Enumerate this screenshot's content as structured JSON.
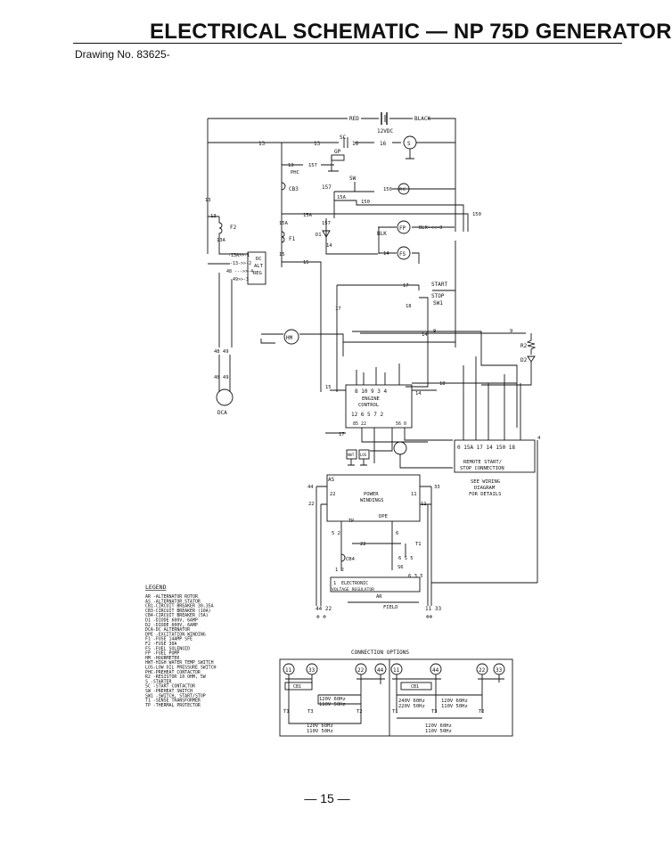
{
  "header": {
    "title": "ELECTRICAL SCHEMATIC — NP 75D GENERATOR",
    "drawing_no": "Drawing No. 83625-"
  },
  "page_number": "— 15 —",
  "top": {
    "red": "RED",
    "black": "BLACK",
    "voltage": "12VDC",
    "sc": "SC"
  },
  "labels": {
    "gp": "GP",
    "phc": "PHC",
    "sw": "SW",
    "cb3": "CB3",
    "f1": "F1",
    "f2": "F2",
    "d1": "D1",
    "fp": "FP",
    "blk": "BLK",
    "fs": "FS",
    "start": "START",
    "stop": "STOP",
    "sw1": "SW1",
    "hm": "HM",
    "r2": "R2",
    "d2": "D2",
    "dca": "DCA",
    "dc": "DC",
    "alt": "ALT",
    "reg": "REG",
    "hwt": "HWT",
    "los": "LOS",
    "as": "AS",
    "power": "POWER",
    "windings": "WINDINGS",
    "dpe": "DPE",
    "tp": "TP",
    "t1": "T1",
    "cb4": "CB4",
    "electronic": "ELECTRONIC",
    "vreg": "VOLTAGE REGULATOR",
    "ar": "AR",
    "field": "FIELD",
    "engine": "ENGINE",
    "control": "CONTROL",
    "remote1": "REMOTE START/",
    "remote2": "STOP CONNECTION",
    "see1": "SEE WIRING",
    "see2": "DIAGRAM",
    "see3": "FOR DETAILS"
  },
  "wire_numbers": {
    "w13": "13",
    "w16": "16",
    "w157": "157",
    "w15": "15",
    "w15a": "15A",
    "w150": "150",
    "w14": "14",
    "w17": "17",
    "w18": "18",
    "w9": "9",
    "w4": "4",
    "w0": "0",
    "w48": "48",
    "w49": "49",
    "w85": "85",
    "w22": "22",
    "w44": "44",
    "w33": "33",
    "w11": "11",
    "w13a": "13A",
    "w6": "6",
    "w5": "5",
    "w2": "2",
    "w3": "3",
    "w1": "1",
    "w7": "7"
  },
  "engine_pins": {
    "top": "8 10  9 3 4",
    "bottom": "12  6 5  7 2"
  },
  "remote_pins": "0  15A 17 14 150 18",
  "legend": {
    "title": "LEGEND",
    "items": [
      "AR  -ALTERNATOR ROTOR",
      "AS  -ALTERNATOR STATOR",
      "CB1-CIRCUIT BREAKER 30,35A",
      "CB3-CIRCUIT BREAKER (10A)",
      "CB4-CIRCUIT BREAKER (5A)",
      "D1  -DIODE 600V, 6AMP",
      "D2  -DIODE 600V, 6AMP",
      "DCA-DC ALTERNATOR",
      "DPE -EXCITATION WINDING",
      "F1  -FUSE 14AMP SFE",
      "F2  -FUSE 30A",
      "FS  -FUEL SOLENOID",
      "FP  -FUEL PUMP",
      "HM  -HOURMETER",
      "HWT-HIGH WATER TEMP SWITCH",
      "LOS-LOW OIL PRESSURE SWITCH",
      "PHC-PREHEAT CONTACTOR",
      "R2  -RESISTOR 10 OHM, 5W",
      "S   -STARTER",
      "SC  -START CONTACTOR",
      "SW  -PREHEAT SWITCH",
      "SW1 -SWITCH, START/STOP",
      "T1  -SENSE TRANSFORMER",
      "TP  -THERMAL PROTECTOR"
    ]
  },
  "connection_options": {
    "title": "CONNECTION OPTIONS",
    "terminals_left": [
      "11",
      "33",
      "22",
      "44"
    ],
    "terminals_right": [
      "11",
      "44",
      "22",
      "33"
    ],
    "cb1": "CB1",
    "left_mid": [
      "120V 60Hz",
      "110V 50Hz"
    ],
    "left_bottom": [
      "120V 60Hz",
      "110V 50Hz"
    ],
    "right_mid_a": [
      "240V 60Hz",
      "220V 50Hz"
    ],
    "right_mid_b": [
      "120V 60Hz",
      "110V 50Hz"
    ],
    "right_bottom": [
      "120V 60Hz",
      "110V 50Hz"
    ],
    "t_labels": [
      "T1",
      "T3",
      "T2"
    ]
  }
}
